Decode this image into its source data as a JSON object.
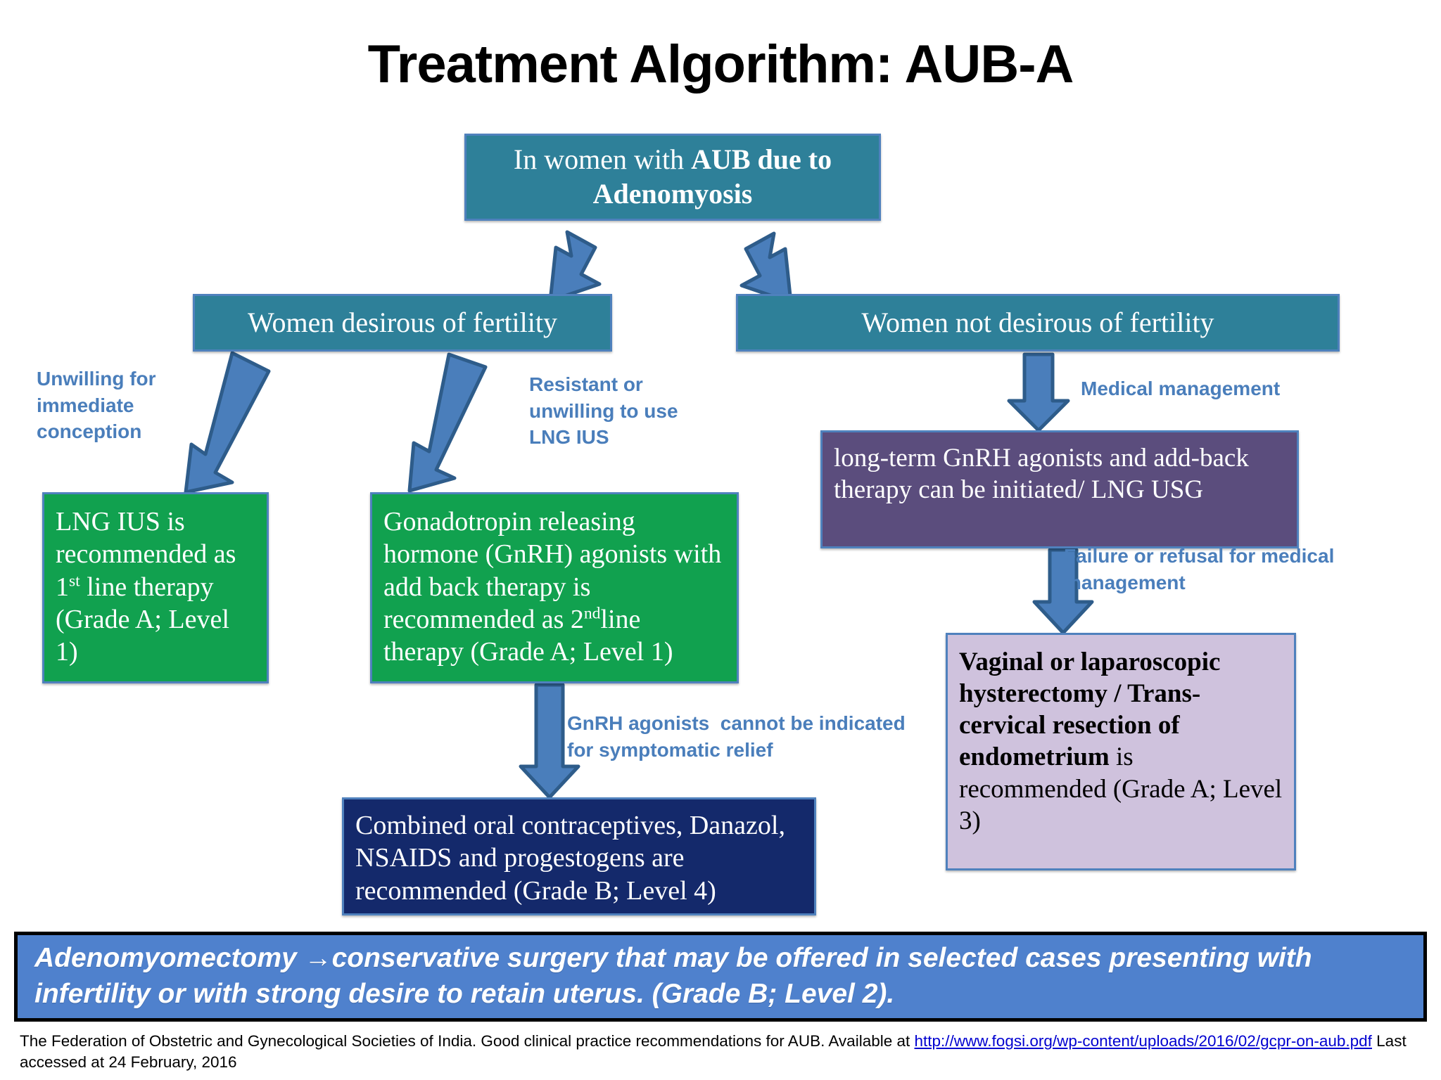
{
  "title": "Treatment Algorithm: AUB-A",
  "nodes": {
    "root": {
      "text_plain": "In women with ",
      "text_bold": "AUB due to Adenomyosis",
      "color": "#2e8099"
    },
    "fertility": {
      "label": "Women desirous of fertility",
      "color": "#2e8099"
    },
    "no_fertility": {
      "label": "Women not desirous of fertility",
      "color": "#2e8099"
    },
    "lng_ius": {
      "pre": "LNG IUS is recommended as 1",
      "sup": "st",
      "post": " line therapy  (Grade A; Level 1)",
      "color": "#11a14f"
    },
    "gnrh": {
      "pre": "Gonadotropin releasing hormone (GnRH) agonists with add back therapy is recommended as 2",
      "sup": "nd",
      "post": "line therapy (Grade A; Level 1)",
      "color": "#11a14f"
    },
    "long_term": {
      "label": "long-term GnRH agonists and add-back therapy can be initiated/ LNG USG",
      "color": "#5b4d7d"
    },
    "hysterectomy": {
      "bold": "Vaginal or laparoscopic hysterectomy / Trans-cervical resection of endometrium",
      "rest": " is recommended (Grade A; Level 3)",
      "color": "#cfc2dd"
    },
    "combined_oral": {
      "label": "Combined oral contraceptives, Danazol, NSAIDS and progestogens are recommended (Grade B; Level 4)",
      "color": "#14296b"
    }
  },
  "labels": {
    "unwilling": "Unwilling for immediate conception",
    "resistant": "Resistant or unwilling to use LNG IUS",
    "medical_management": "Medical management",
    "failure": "Failure or refusal for medical management",
    "gnrh_symptomatic": "GnRH agonists  cannot be indicated for symptomatic relief",
    "color": "#4a7ebb"
  },
  "banner": {
    "line1_start": "Adenomyomectomy ",
    "arrow_glyph": "→",
    "line1_rest": "conservative surgery that may be offered in selected cases",
    "line2_italic": "presenting with infertility or with strong desire to retain uterus. (",
    "line2_tail": "Grade B; Level 2).",
    "bg_color": "#4f81cd"
  },
  "footer": {
    "part1": "The Federation of  Obstetric and Gynecological Societies of India. Good clinical practice recommendations for AUB. Available at ",
    "link": "http://www.fogsi.org/wp-content/uploads/2016/02/gcpr-on-aub.pdf",
    "part2": "  Last accessed at 24 February, 2016"
  },
  "arrow_color": "#4a7ebb",
  "arrow_border": "#2e5c8a"
}
